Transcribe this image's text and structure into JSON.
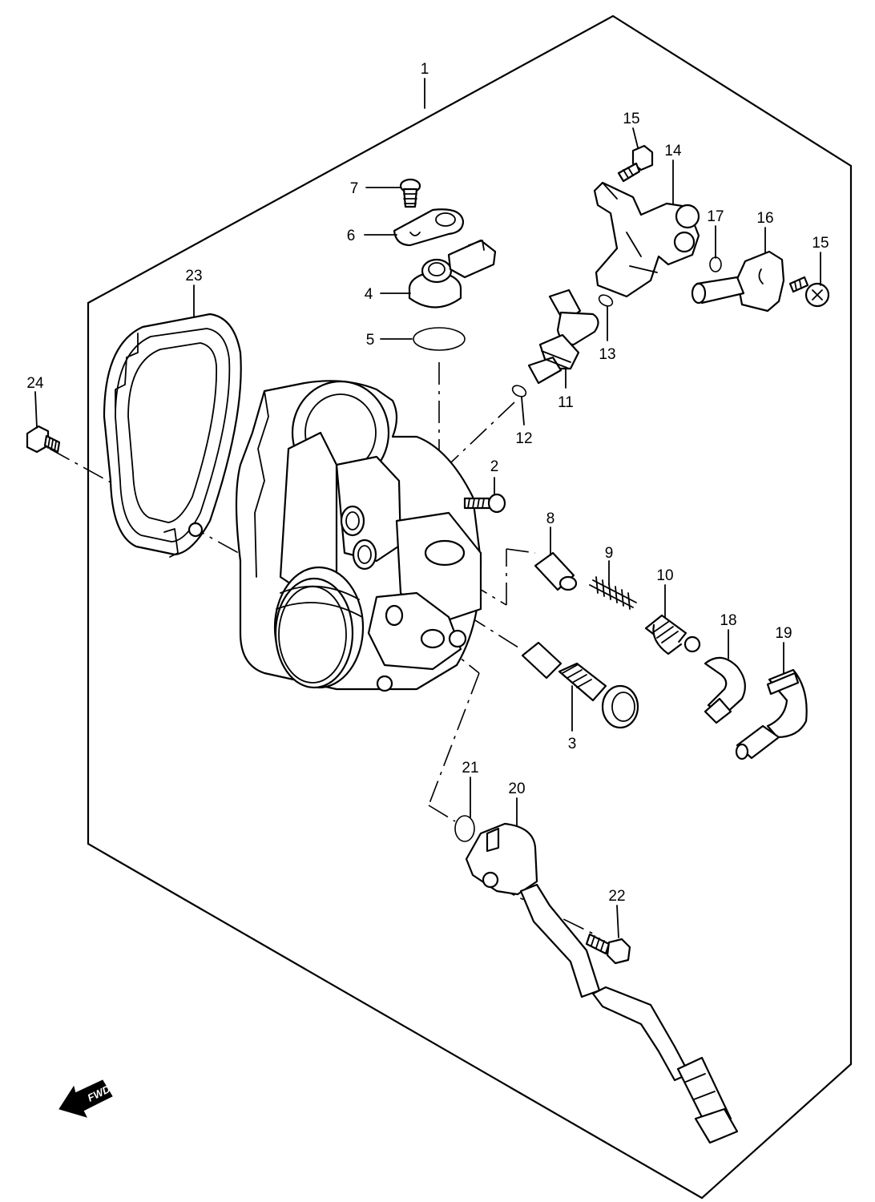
{
  "callouts": [
    {
      "id": "c1",
      "label": "1"
    },
    {
      "id": "c2",
      "label": "2"
    },
    {
      "id": "c3",
      "label": "3"
    },
    {
      "id": "c4",
      "label": "4"
    },
    {
      "id": "c5",
      "label": "5"
    },
    {
      "id": "c6",
      "label": "6"
    },
    {
      "id": "c7",
      "label": "7"
    },
    {
      "id": "c8",
      "label": "8"
    },
    {
      "id": "c9",
      "label": "9"
    },
    {
      "id": "c10",
      "label": "10"
    },
    {
      "id": "c11",
      "label": "11"
    },
    {
      "id": "c12",
      "label": "12"
    },
    {
      "id": "c13",
      "label": "13"
    },
    {
      "id": "c14",
      "label": "14"
    },
    {
      "id": "c15a",
      "label": "15"
    },
    {
      "id": "c15b",
      "label": "15"
    },
    {
      "id": "c16",
      "label": "16"
    },
    {
      "id": "c17",
      "label": "17"
    },
    {
      "id": "c18",
      "label": "18"
    },
    {
      "id": "c19",
      "label": "19"
    },
    {
      "id": "c20",
      "label": "20"
    },
    {
      "id": "c21",
      "label": "21"
    },
    {
      "id": "c22",
      "label": "22"
    },
    {
      "id": "c23",
      "label": "23"
    },
    {
      "id": "c24",
      "label": "24"
    }
  ],
  "fwd_label": "FWD"
}
